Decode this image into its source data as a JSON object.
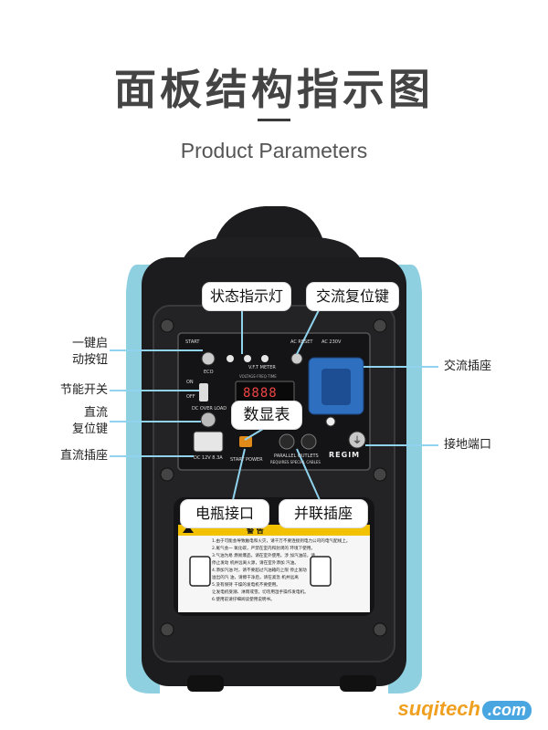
{
  "header": {
    "title": "面板结构指示图",
    "subtitle": "Product Parameters"
  },
  "callouts": {
    "status_light": "状态指示灯",
    "ac_reset": "交流复位键",
    "one_key_start": "一键启\n动按钮",
    "eco_switch": "节能开关",
    "dc_reset": "直流\n复位键",
    "dc_socket": "直流插座",
    "ac_socket": "交流插座",
    "ground": "接地端口",
    "display": "数显表",
    "battery_port": "电瓶接口",
    "parallel_socket": "并联插座"
  },
  "panel": {
    "start": "START",
    "ac_reset": "AC RESET",
    "ac_voltage": "AC 230V",
    "eco": "ECO",
    "on": "ON",
    "off": "OFF",
    "dc_overload": "DC OVER LOAD",
    "meter": "V.F.T METER",
    "meter_sub": "VOLTAGE·FREQ·TIME",
    "readout": "8888",
    "dc_label": "DC 12V 8.3A",
    "start_power": "START POWER",
    "parallel": "PARALLEL OUTLETS",
    "parallel_sub": "REQUIRES SPECIAL CABLES",
    "brand": "REGIM"
  },
  "warning": {
    "heading": "警 告",
    "lines": [
      "1.由于可能会导致触电和火灾，请千万不要连接到电力公司的电气配线上。",
      "2.尾气会一 氧化碳，严禁在室内和封闭的 环境下使用。",
      "3.气油为易 燃易爆品，请在室外使用。涉 加汽油前，请",
      "停止发动 机并远离火源，请在室外添加 汽油。",
      "4.添加汽油 时，请不要超过汽油箱的上限 停止发动",
      "溢出的汽 油，请擦干净后，请在紧急 机并远离",
      "5.没有保持 干燥的发电机不要使用。",
      "让发电机受潮、淋雨或雪，切勿用湿手操作发电机。",
      "6.使用前请仔细阅读使用说明书。"
    ]
  },
  "watermark": {
    "name": "suqitech",
    "tld": ".com"
  },
  "colors": {
    "body_black": "#1c1c1e",
    "accent_blue": "#8ecfe0",
    "socket_blue": "#2f6fc0",
    "warning_yellow": "#f2c200"
  }
}
